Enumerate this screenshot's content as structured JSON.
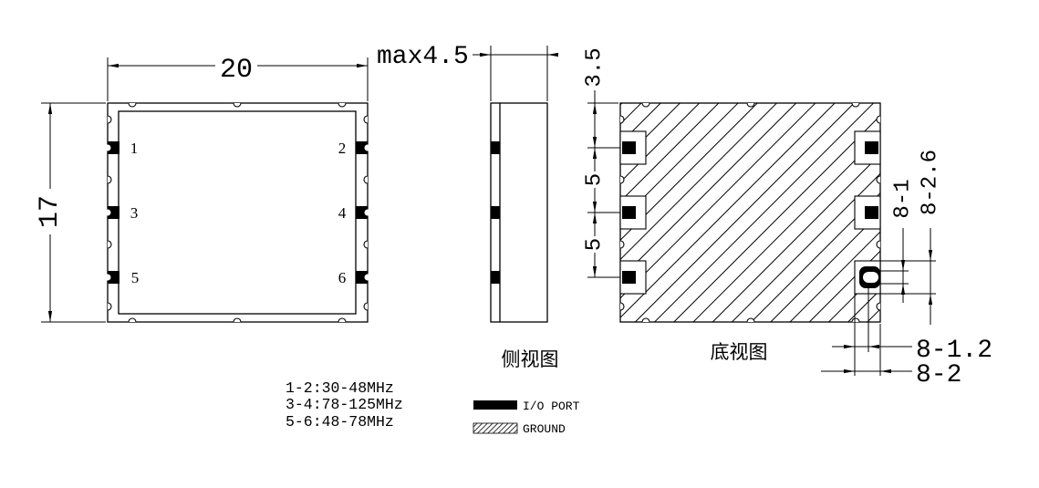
{
  "top_view": {
    "width_dim": "20",
    "height_dim": "17",
    "pins": [
      "1",
      "2",
      "3",
      "4",
      "5",
      "6"
    ]
  },
  "side_view": {
    "thickness_dim": "max4.5",
    "label": "侧视图"
  },
  "bottom_view": {
    "label": "底视图",
    "edge_to_pad_dim": "3.5",
    "pad_pitch_dims": [
      "5",
      "5"
    ],
    "pad_height_dim": "8-1",
    "window_height_dim": "8-2.6",
    "pad_width_dim": "8-1.2",
    "window_width_dim": "8-2"
  },
  "frequency_bands": [
    "1-2:30-48MHz",
    "3-4:78-125MHz",
    "5-6:48-78MHz"
  ],
  "legend": {
    "io_port": "I/O PORT",
    "ground": "GROUND"
  },
  "colors": {
    "line": "#000000",
    "background": "#ffffff"
  }
}
